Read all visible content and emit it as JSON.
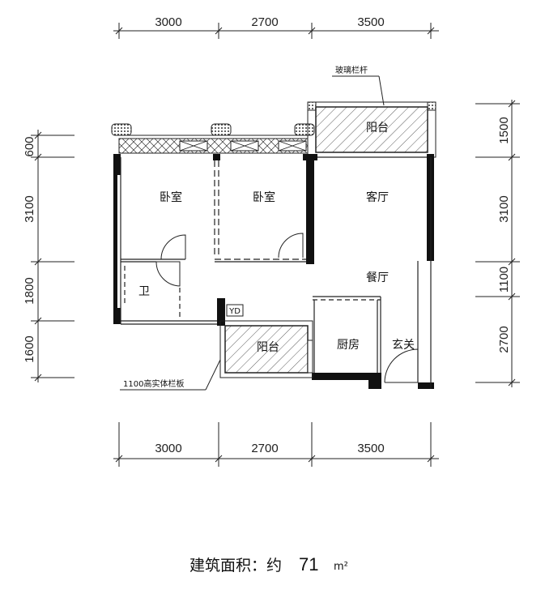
{
  "dimensions": {
    "top": [
      "3000",
      "2700",
      "3500"
    ],
    "bottom": [
      "3000",
      "2700",
      "3500"
    ],
    "left": [
      "600",
      "3100",
      "1800",
      "1600"
    ],
    "right": [
      "1500",
      "3100",
      "1100",
      "2700"
    ]
  },
  "rooms": {
    "bedroom_1": "卧室",
    "bedroom_2": "卧室",
    "living_room": "客厅",
    "dining_room": "餐厅",
    "bathroom": "卫",
    "balcony_top": "阳台",
    "balcony_bottom": "阳台",
    "kitchen": "厨房",
    "entrance": "玄关",
    "yd_box": "YD"
  },
  "notes": {
    "glass_railing": "玻璃栏杆",
    "solid_railing": "1100高实体栏板"
  },
  "area": {
    "label": "建筑面积：约",
    "value": "71",
    "unit": "m²"
  }
}
